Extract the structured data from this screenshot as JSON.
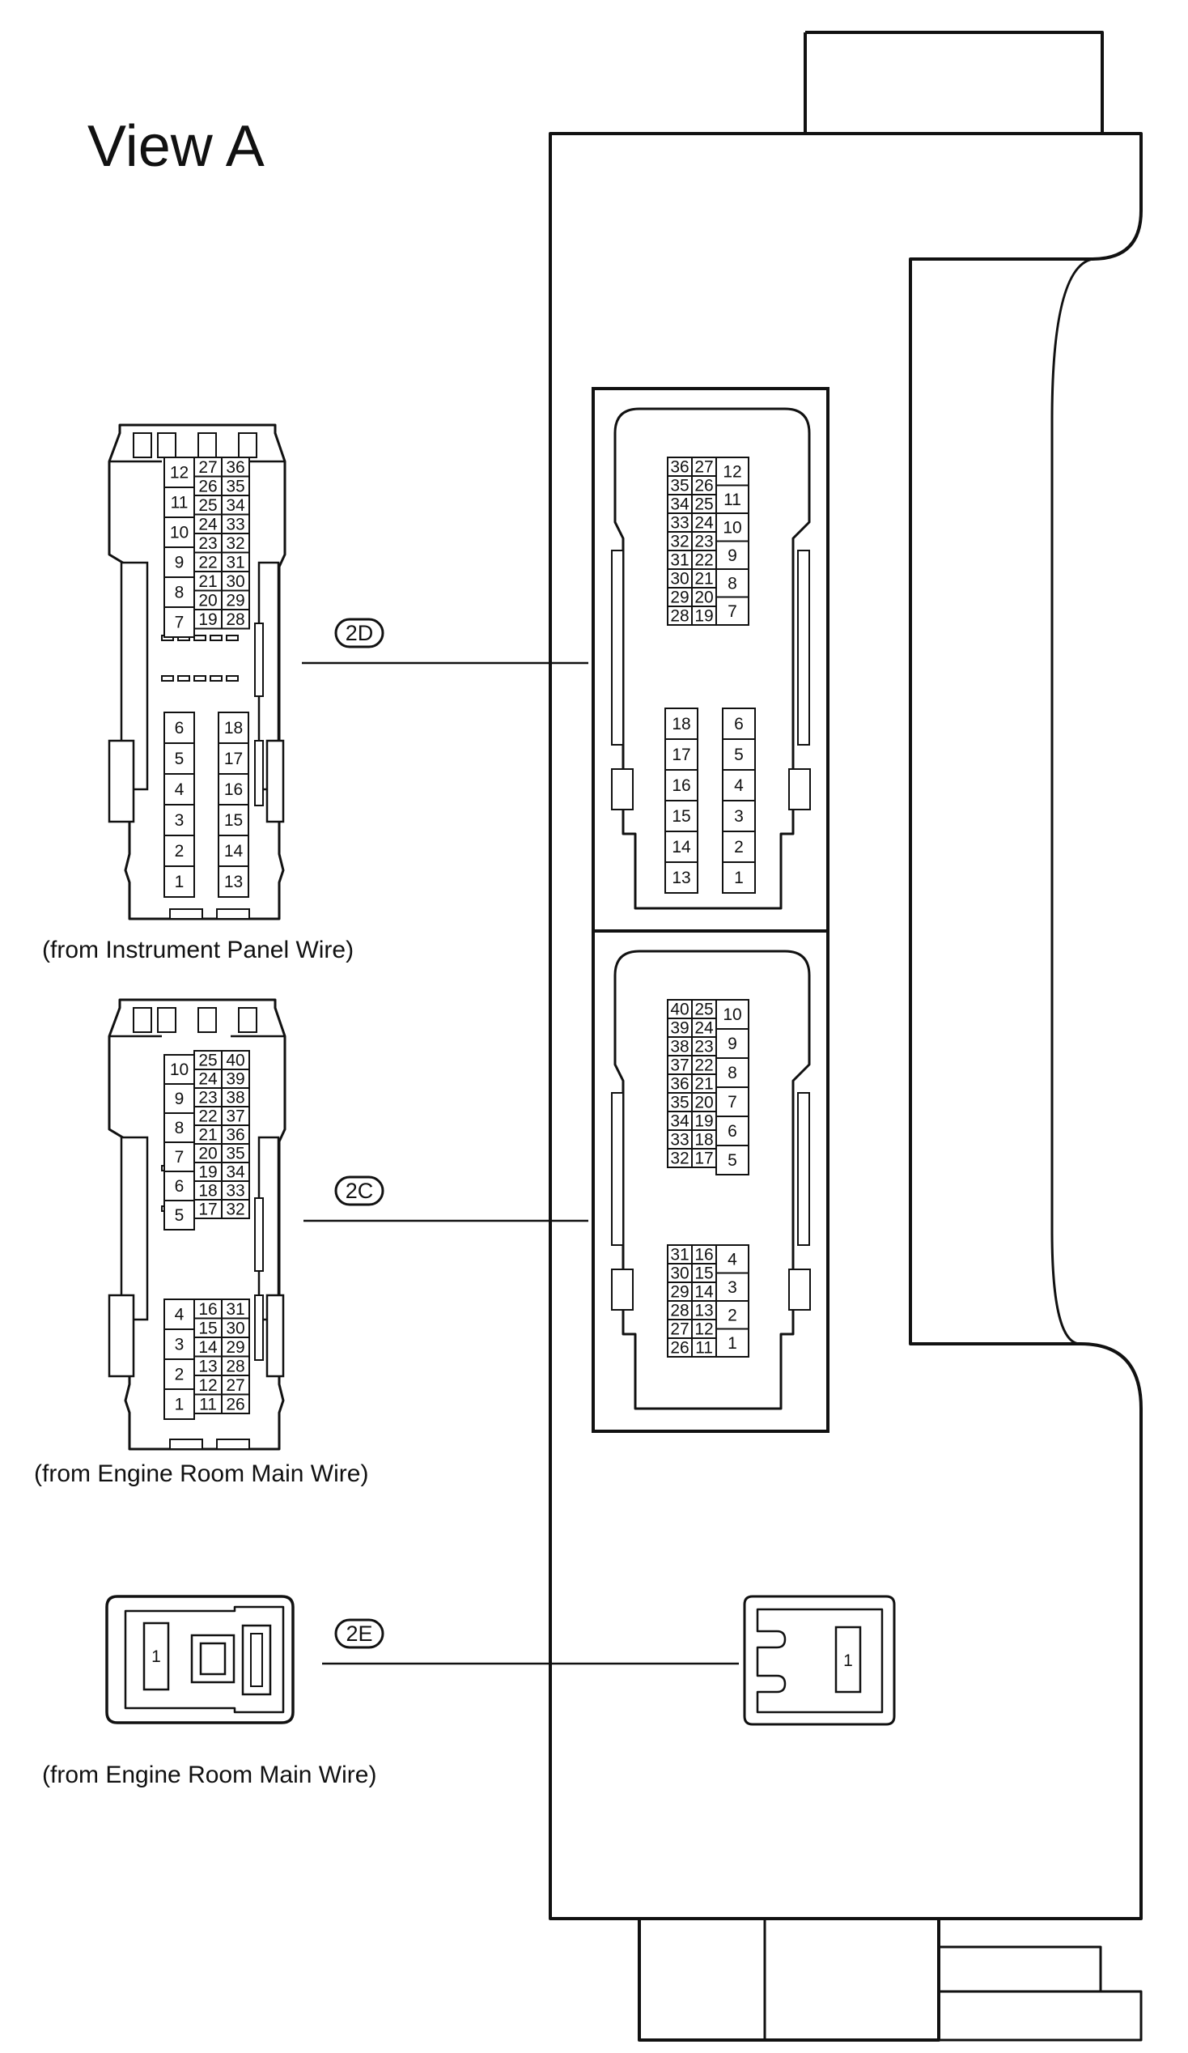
{
  "title": "View A",
  "colors": {
    "line": "#111111",
    "background": "#ffffff"
  },
  "connectors": [
    {
      "id": "2D",
      "label": "2D",
      "caption": "(from Instrument Panel Wire)",
      "plug_upper": {
        "left": [
          "12",
          "11",
          "10",
          "9",
          "8",
          "7"
        ],
        "middle": [
          "27",
          "26",
          "25",
          "24",
          "23",
          "22",
          "21",
          "20",
          "19"
        ],
        "right": [
          "36",
          "35",
          "34",
          "33",
          "32",
          "31",
          "30",
          "29",
          "28"
        ]
      },
      "plug_lower": {
        "left": [
          "6",
          "5",
          "4",
          "3",
          "2",
          "1"
        ],
        "right": [
          "18",
          "17",
          "16",
          "15",
          "14",
          "13"
        ]
      },
      "socket_upper": {
        "a": [
          "36",
          "35",
          "34",
          "33",
          "32",
          "31",
          "30",
          "29",
          "28"
        ],
        "b": [
          "27",
          "26",
          "25",
          "24",
          "23",
          "22",
          "21",
          "20",
          "19"
        ],
        "c": [
          "12",
          "11",
          "10",
          "9",
          "8",
          "7"
        ]
      },
      "socket_lower": {
        "left": [
          "18",
          "17",
          "16",
          "15",
          "14",
          "13"
        ],
        "right": [
          "6",
          "5",
          "4",
          "3",
          "2",
          "1"
        ]
      }
    },
    {
      "id": "2C",
      "label": "2C",
      "caption": "(from Engine Room Main Wire)",
      "plug_upper": {
        "left": [
          "10",
          "9",
          "8",
          "7",
          "6",
          "5"
        ],
        "middle": [
          "25",
          "24",
          "23",
          "22",
          "21",
          "20",
          "19",
          "18",
          "17"
        ],
        "right": [
          "40",
          "39",
          "38",
          "37",
          "36",
          "35",
          "34",
          "33",
          "32"
        ]
      },
      "plug_lower": {
        "left": [
          "4",
          "3",
          "2",
          "1"
        ],
        "middle": [
          "16",
          "15",
          "14",
          "13",
          "12",
          "11"
        ],
        "right": [
          "31",
          "30",
          "29",
          "28",
          "27",
          "26"
        ]
      },
      "socket_upper": {
        "a": [
          "40",
          "39",
          "38",
          "37",
          "36",
          "35",
          "34",
          "33",
          "32"
        ],
        "b": [
          "25",
          "24",
          "23",
          "22",
          "21",
          "20",
          "19",
          "18",
          "17"
        ],
        "c": [
          "10",
          "9",
          "8",
          "7",
          "6",
          "5"
        ]
      },
      "socket_lower": {
        "a": [
          "31",
          "30",
          "29",
          "28",
          "27",
          "26"
        ],
        "b": [
          "16",
          "15",
          "14",
          "13",
          "12",
          "11"
        ],
        "c": [
          "4",
          "3",
          "2",
          "1"
        ]
      }
    },
    {
      "id": "2E",
      "label": "2E",
      "caption": "(from Engine Room Main Wire)",
      "plug_pins": [
        "1"
      ],
      "socket_pins": [
        "1"
      ]
    }
  ]
}
